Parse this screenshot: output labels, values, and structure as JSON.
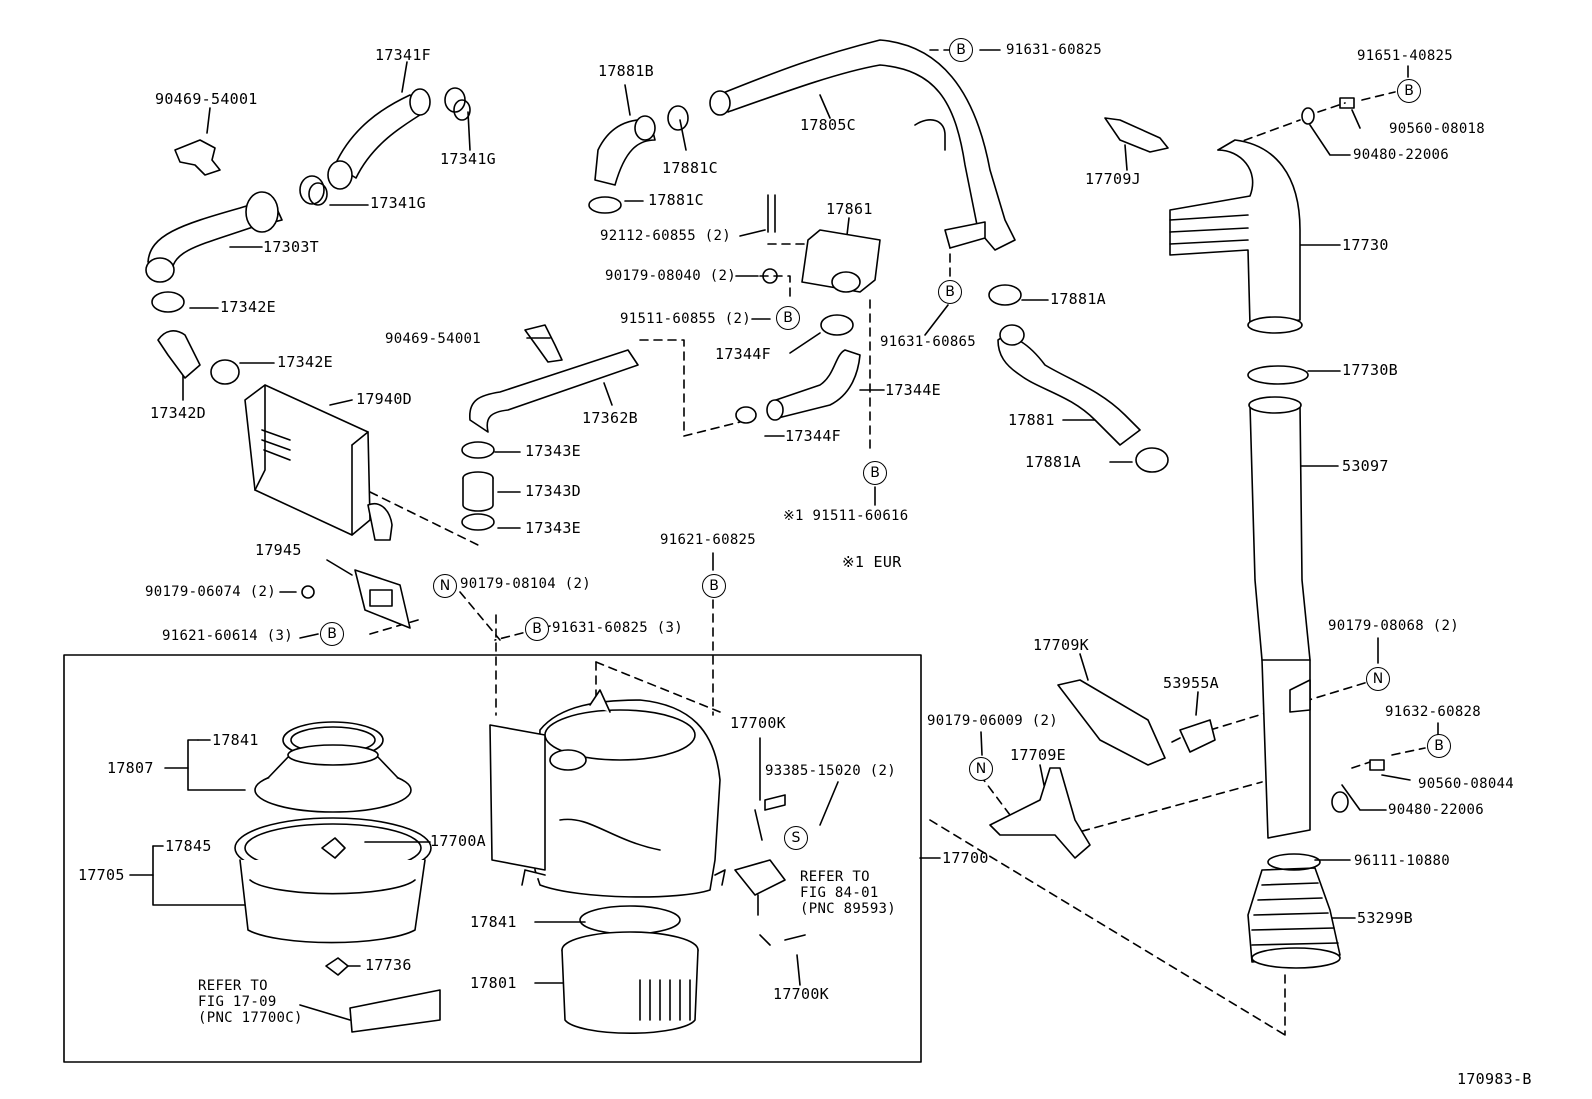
{
  "diagram_id": "170983-B",
  "note": "※1  EUR",
  "markers": {
    "b": "B",
    "n": "N",
    "s": "S"
  },
  "refs": {
    "r1": [
      "REFER TO",
      "FIG 84-01",
      "(PNC 89593)"
    ],
    "r2": [
      "REFER TO",
      "FIG 17-09",
      "(PNC 17700C)"
    ]
  },
  "parts": {
    "p17341F": "17341F",
    "p90469a": "90469-54001",
    "p17341Ga": "17341G",
    "p17341Gb": "17341G",
    "p17303T": "17303T",
    "p17342Ea": "17342E",
    "p17342Eb": "17342E",
    "p17342D": "17342D",
    "p17940D": "17940D",
    "p17945": "17945",
    "p90179_06074": "90179-06074 (2)",
    "p91621_60614": "91621-60614 (3)",
    "p90179_08104": "90179-08104 (2)",
    "p91631_60825_3": "91631-60825 (3)",
    "p17881B": "17881B",
    "p17881Ca": "17881C",
    "p17881Cb": "17881C",
    "p17805C": "17805C",
    "p91631_60825": "91631-60825",
    "p92112": "92112-60855 (2)",
    "p17861": "17861",
    "p90179_08040": "90179-08040 (2)",
    "p91511_60855": "91511-60855 (2)",
    "p90469b": "90469-54001",
    "p17344Fa": "17344F",
    "p17344Fb": "17344F",
    "p17344E": "17344E",
    "p17362B": "17362B",
    "p17343Ea": "17343E",
    "p17343D": "17343D",
    "p17343Eb": "17343E",
    "p91511_60616": "※1 91511-60616",
    "p91621_60825": "91621-60825",
    "p91631_60865": "91631-60865",
    "p17881Aa": "17881A",
    "p17881": "17881",
    "p17881Ab": "17881A",
    "p17709J": "17709J",
    "p91651": "91651-40825",
    "p90560_08018": "90560-08018",
    "p90480a": "90480-22006",
    "p17730": "17730",
    "p17730B": "17730B",
    "p53097": "53097",
    "p90179_08068": "90179-08068 (2)",
    "p17709K": "17709K",
    "p53955A": "53955A",
    "p90179_06009": "90179-06009 (2)",
    "p17709E": "17709E",
    "p91632": "91632-60828",
    "p90560_08044": "90560-08044",
    "p90480b": "90480-22006",
    "p96111": "96111-10880",
    "p53299B": "53299B",
    "p17700": "17700",
    "p17841a": "17841",
    "p17807": "17807",
    "p17845": "17845",
    "p17700A": "17700A",
    "p17705": "17705",
    "p17841b": "17841",
    "p17801": "17801",
    "p17736": "17736",
    "p17700Ka": "17700K",
    "p93385": "93385-15020 (2)",
    "p17700Kb": "17700K"
  }
}
